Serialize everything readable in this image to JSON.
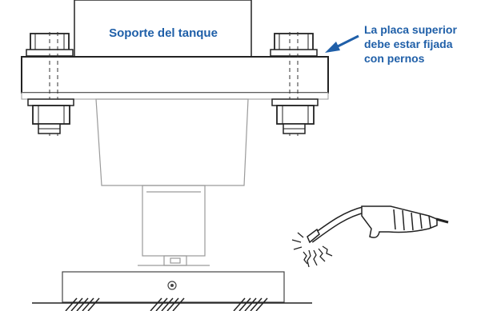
{
  "labels": {
    "tank_support": "Soporte del tanque",
    "note_lines": [
      "La placa superior",
      "debe estar fijada",
      "con pernos"
    ]
  },
  "colors": {
    "label_blue": "#1f5fa8",
    "outline": "#222222",
    "light_outline": "#9a9a9a"
  },
  "icons": [
    "bolt-icon",
    "welding-torch-icon",
    "sparks-icon",
    "arrow-icon",
    "ground-hatch-icon"
  ]
}
